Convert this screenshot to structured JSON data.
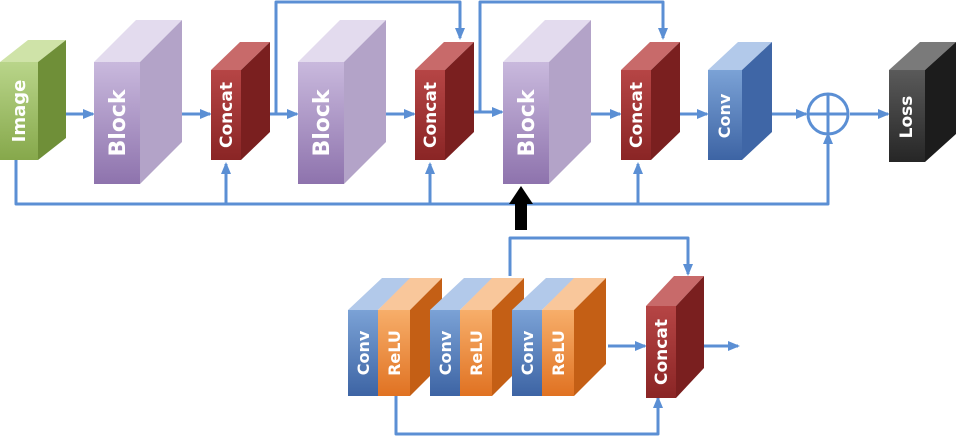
{
  "labels": {
    "image": "Image",
    "block": "Block",
    "concat": "Concat",
    "conv": "Conv",
    "relu": "ReLU",
    "loss": "Loss"
  },
  "colors": {
    "arrow": "#5b8fd4",
    "image": "#a6c26a",
    "block": "#9b86b8",
    "concat": "#a33434",
    "conv": "#5a84c0",
    "relu": "#ea8d3c",
    "loss": "#3a3a3a",
    "sum": "#5b8fd4"
  },
  "icons": {
    "sum": "circle-plus-icon",
    "expand_arrow": "thick-up-arrow-icon"
  }
}
